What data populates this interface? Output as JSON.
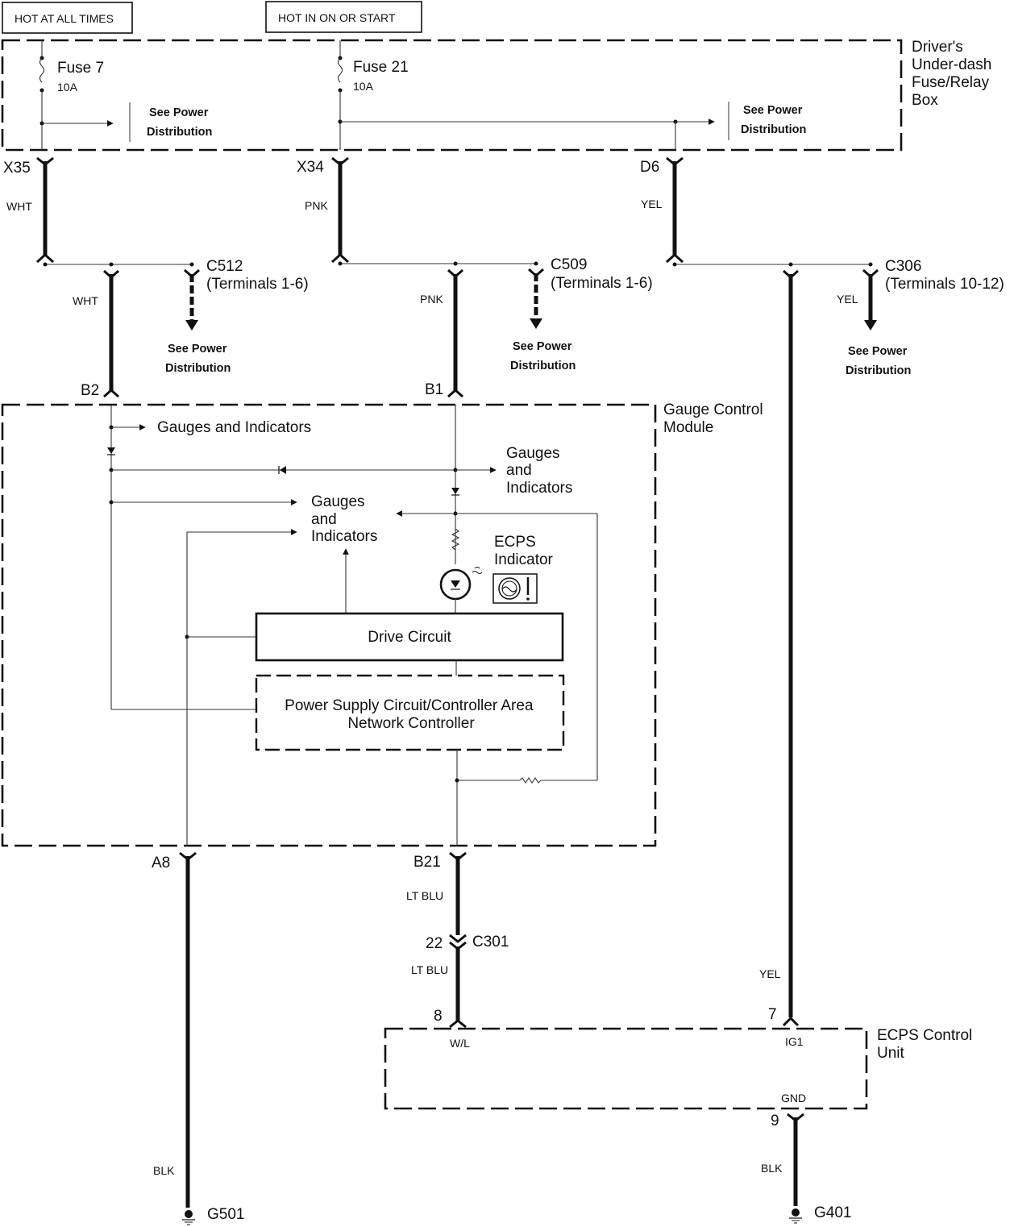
{
  "title_boxes": {
    "hot_all_times": "HOT AT ALL TIMES",
    "hot_on_start": "HOT IN ON OR START"
  },
  "fuse_box": {
    "label_lines": [
      "Driver's",
      "Under-dash",
      "Fuse/Relay",
      "Box"
    ],
    "fuse7": {
      "name": "Fuse 7",
      "rating": "10A"
    },
    "fuse21": {
      "name": "Fuse 21",
      "rating": "10A"
    },
    "see_power_1": [
      "See Power",
      "Distribution"
    ],
    "see_power_2": [
      "See Power",
      "Distribution"
    ]
  },
  "terminals": {
    "x35": "X35",
    "x34": "X34",
    "d6": "D6",
    "b2": "B2",
    "b1": "B1",
    "a8": "A8",
    "b21": "B21",
    "c301_pin": "22",
    "ecps_pin8": "8",
    "ecps_pin7": "7",
    "ecps_pin9": "9"
  },
  "wires": {
    "wht_1": "WHT",
    "pnk_1": "PNK",
    "yel_1": "YEL",
    "wht_2": "WHT",
    "pnk_2": "PNK",
    "yel_c306": "YEL",
    "ltblu_1": "LT BLU",
    "ltblu_2": "LT BLU",
    "yel_2": "YEL",
    "blk_1": "BLK",
    "blk_2": "BLK"
  },
  "connectors": {
    "c512": {
      "name": "C512",
      "terminals": "(Terminals 1-6)",
      "see": [
        "See Power",
        "Distribution"
      ]
    },
    "c509": {
      "name": "C509",
      "terminals": "(Terminals 1-6)",
      "see": [
        "See Power",
        "Distribution"
      ]
    },
    "c306": {
      "name": "C306",
      "terminals": "(Terminals 10-12)",
      "see": [
        "See Power",
        "Distribution"
      ]
    },
    "c301": "C301"
  },
  "gauge_module": {
    "label_lines": [
      "Gauge Control",
      "Module"
    ],
    "gauges_1": "Gauges and Indicators",
    "gauges_2": [
      "Gauges",
      "and",
      "Indicators"
    ],
    "gauges_3": [
      "Gauges",
      "and",
      "Indicators"
    ],
    "ecps_indicator": [
      "ECPS",
      "Indicator"
    ],
    "drive_circuit": "Drive Circuit",
    "power_supply": [
      "Power Supply Circuit/Controller Area",
      "Network Controller"
    ]
  },
  "ecps_unit": {
    "label_lines": [
      "ECPS Control",
      "Unit"
    ],
    "pin_wl": "W/L",
    "pin_ig1": "IG1",
    "pin_gnd": "GND"
  },
  "grounds": {
    "g501": "G501",
    "g401": "G401"
  }
}
